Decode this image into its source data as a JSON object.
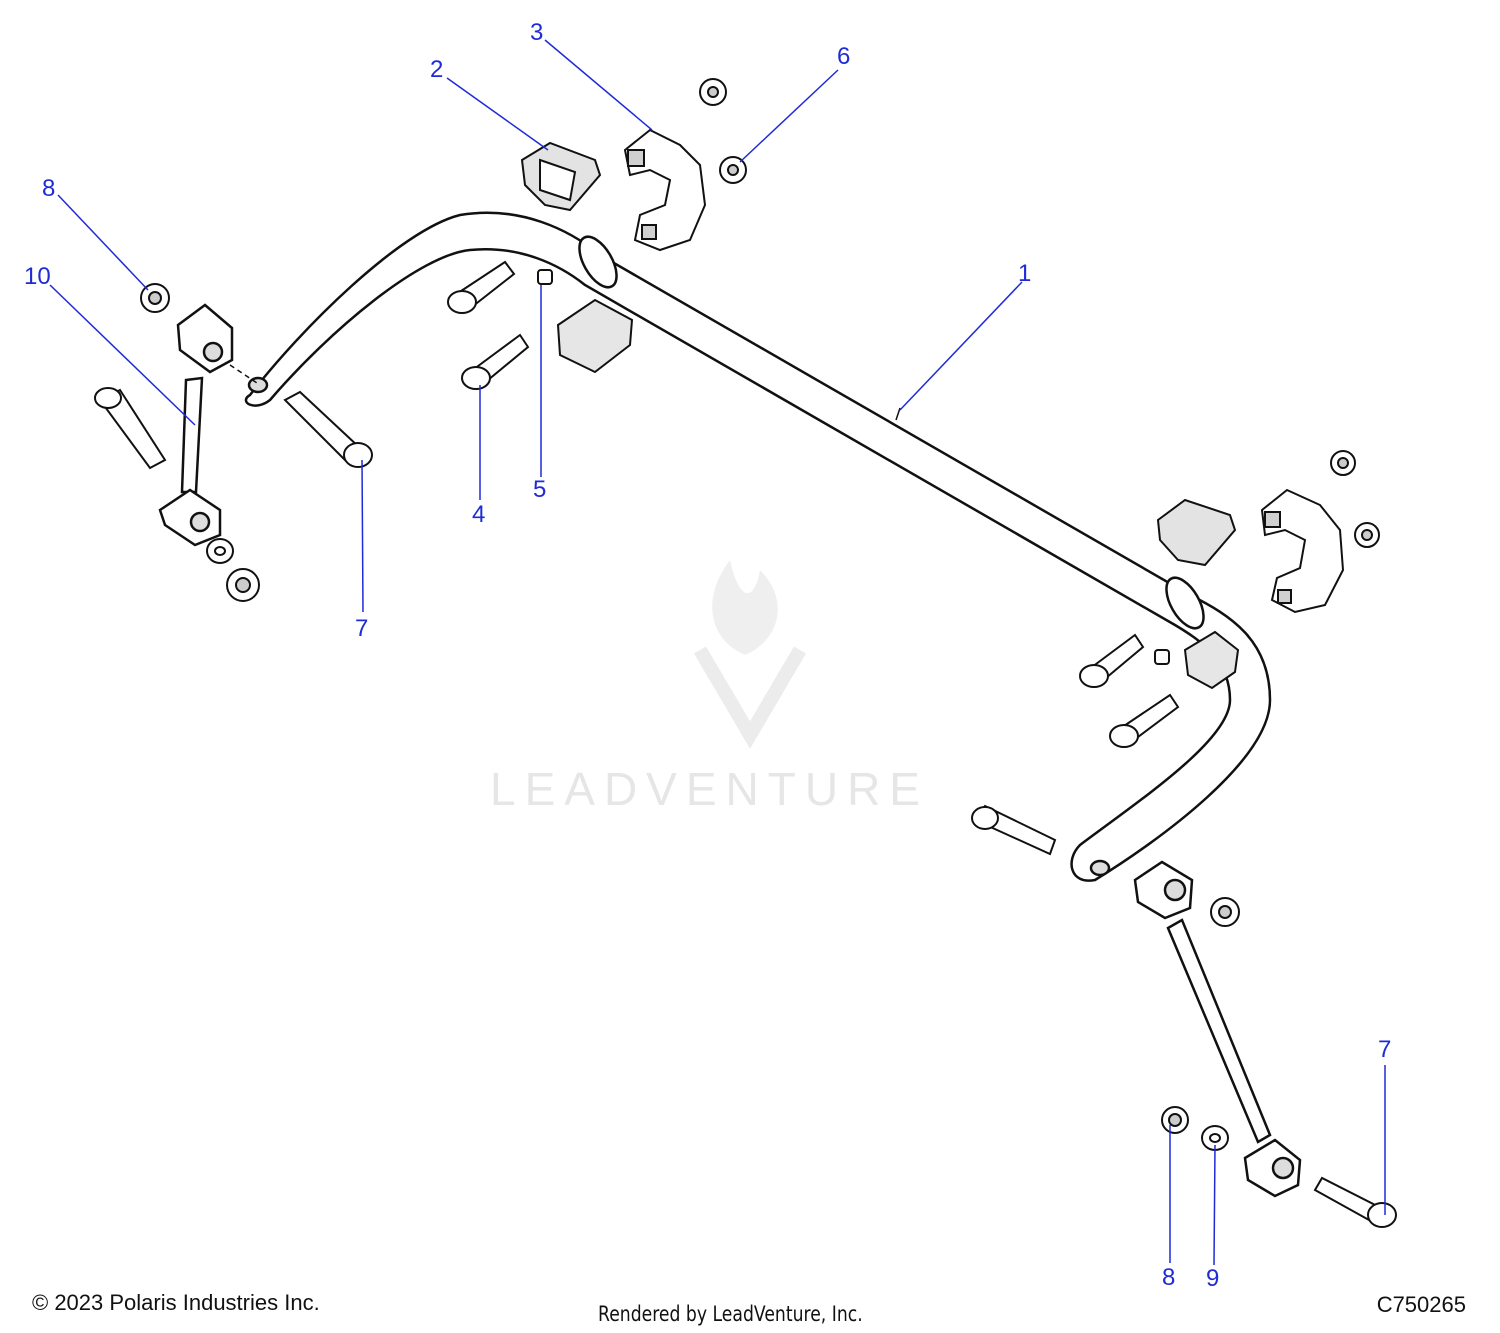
{
  "diagram": {
    "callouts": [
      "1",
      "2",
      "3",
      "4",
      "5",
      "6",
      "7",
      "7",
      "8",
      "8",
      "9",
      "10"
    ],
    "watermark": "LEADVENTURE",
    "footer": {
      "copyright": "© 2023 Polaris Industries Inc.",
      "rendered_by": "Rendered by LeadVenture, Inc.",
      "drawing_number": "C750265"
    },
    "colors": {
      "callout": "#1f2bd6",
      "line": "#111111",
      "part_fill": "#ffffff",
      "shade": "#cfcfcf",
      "watermark": "#e6e6e6"
    }
  }
}
